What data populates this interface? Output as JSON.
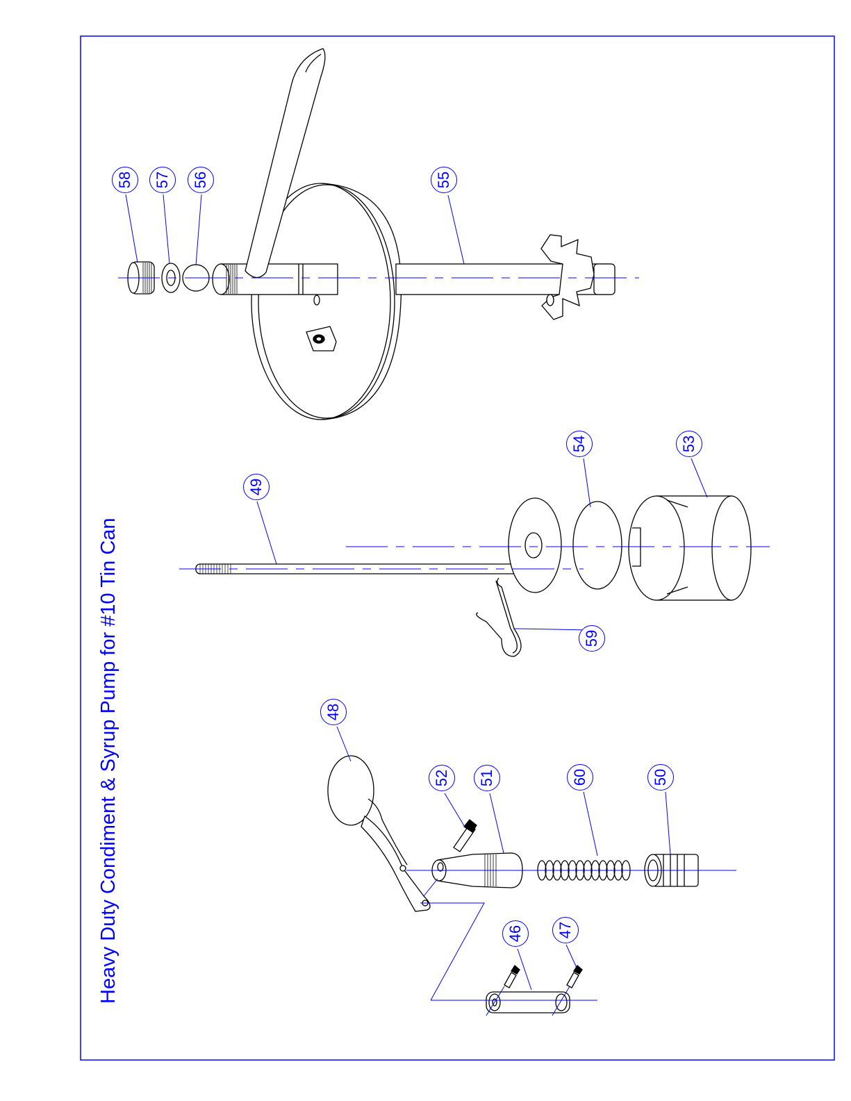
{
  "diagram": {
    "title": "Heavy Duty Condiment & Syrup Pump for #10 Tin Can",
    "colors": {
      "border": "#0000ff",
      "callout": "#0000ff",
      "parts": "#000000",
      "background": "#ffffff"
    },
    "callouts": [
      {
        "id": "c46",
        "label": "46"
      },
      {
        "id": "c47",
        "label": "47"
      },
      {
        "id": "c48",
        "label": "48"
      },
      {
        "id": "c49",
        "label": "49"
      },
      {
        "id": "c50",
        "label": "50"
      },
      {
        "id": "c51",
        "label": "51"
      },
      {
        "id": "c52",
        "label": "52"
      },
      {
        "id": "c53",
        "label": "53"
      },
      {
        "id": "c54",
        "label": "54"
      },
      {
        "id": "c55",
        "label": "55"
      },
      {
        "id": "c56",
        "label": "56"
      },
      {
        "id": "c57",
        "label": "57"
      },
      {
        "id": "c58",
        "label": "58"
      },
      {
        "id": "c59",
        "label": "59"
      },
      {
        "id": "c60",
        "label": "60"
      }
    ]
  }
}
